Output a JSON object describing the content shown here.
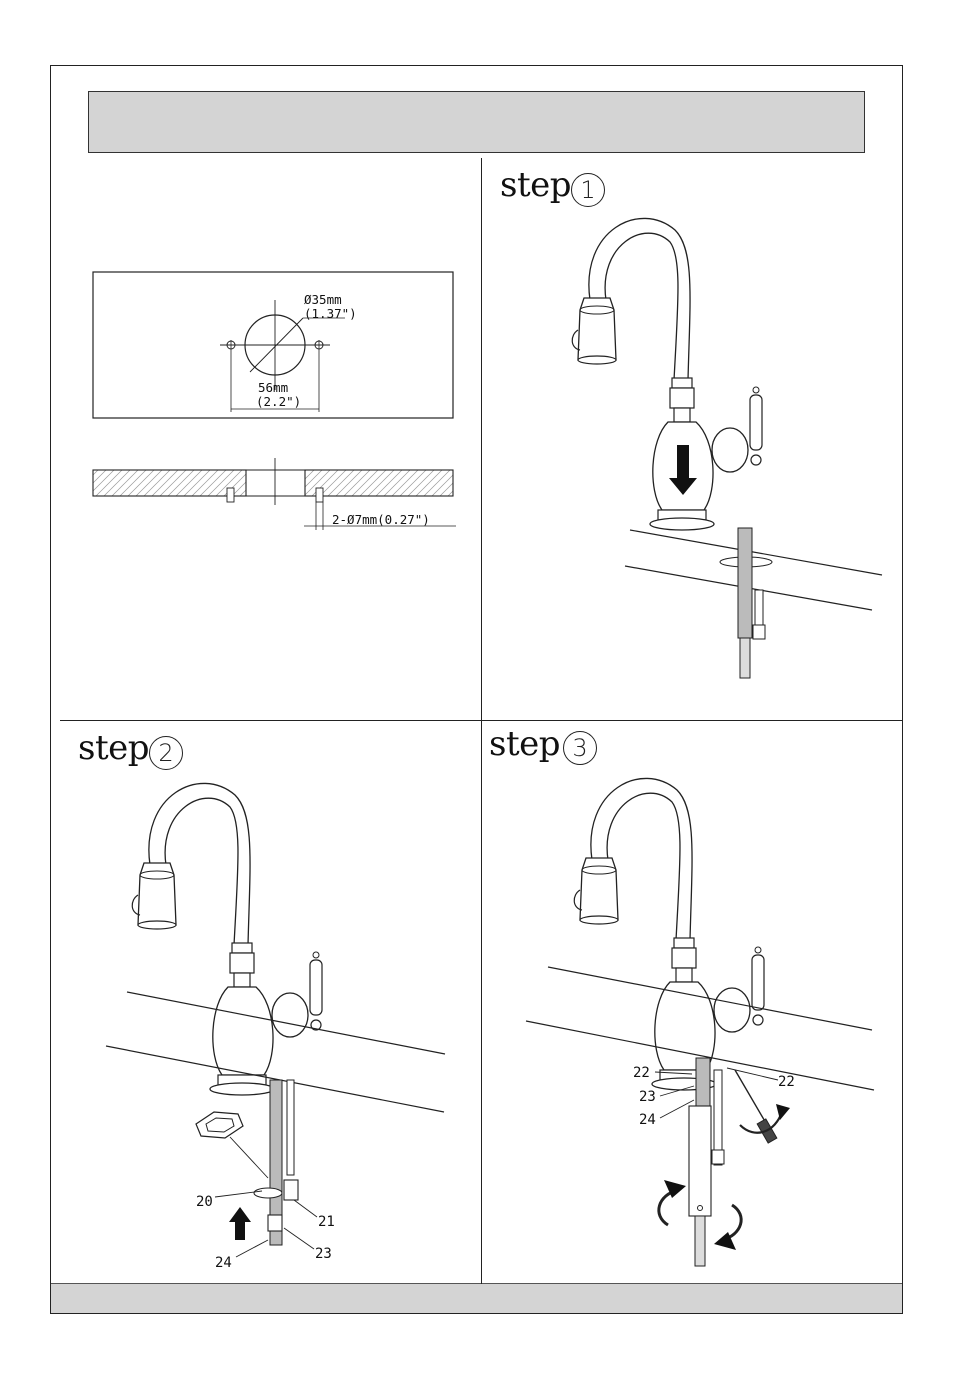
{
  "drill_diagram": {
    "hole_diameter_mm": "Ø35mm",
    "hole_diameter_in": "(1.37\")",
    "spacing_mm": "56mm",
    "spacing_in": "(2.2\")",
    "pin_holes": "2-Ø7mm(0.27\")"
  },
  "steps": [
    {
      "label": "step",
      "number": "1"
    },
    {
      "label": "step",
      "number": "2"
    },
    {
      "label": "step",
      "number": "3"
    }
  ],
  "step2_parts": [
    "20",
    "21",
    "23",
    "24"
  ],
  "step3_parts": [
    "22",
    "23",
    "24",
    "22"
  ]
}
